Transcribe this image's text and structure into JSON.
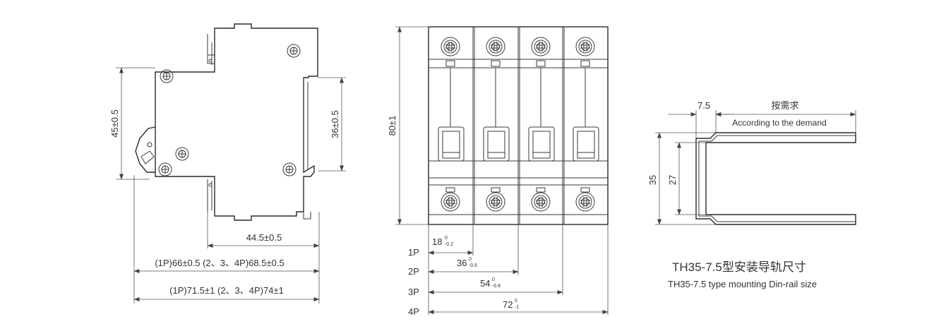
{
  "side_view": {
    "dim_height": "45±0.5",
    "dim_rail": "36±0.5",
    "dim_depth": "44.5±0.5",
    "dim_total_a": "(1P)66±0.5 (2、3、4P)68.5±0.5",
    "dim_total_b": "(1P)71.5±1 (2、3、4P)74±1"
  },
  "front_view": {
    "dim_height": "80±1",
    "poles": [
      {
        "label": "1P",
        "width": "18",
        "tol_up": "0",
        "tol_down": "-0.2"
      },
      {
        "label": "2P",
        "width": "36",
        "tol_up": "0",
        "tol_down": "-0.6"
      },
      {
        "label": "3P",
        "width": "54",
        "tol_up": "0",
        "tol_down": "-0.8"
      },
      {
        "label": "4P",
        "width": "72",
        "tol_up": "0",
        "tol_down": "-1"
      }
    ]
  },
  "rail_view": {
    "dim_lip": "7.5",
    "dim_demand_cn": "按需求",
    "dim_demand_en": "According to the demand",
    "dim_outer": "35",
    "dim_inner": "27",
    "title_cn": "TH35-7.5型安装导轨尺寸",
    "title_en": "TH35-7.5 type mounting Din-rail size"
  }
}
